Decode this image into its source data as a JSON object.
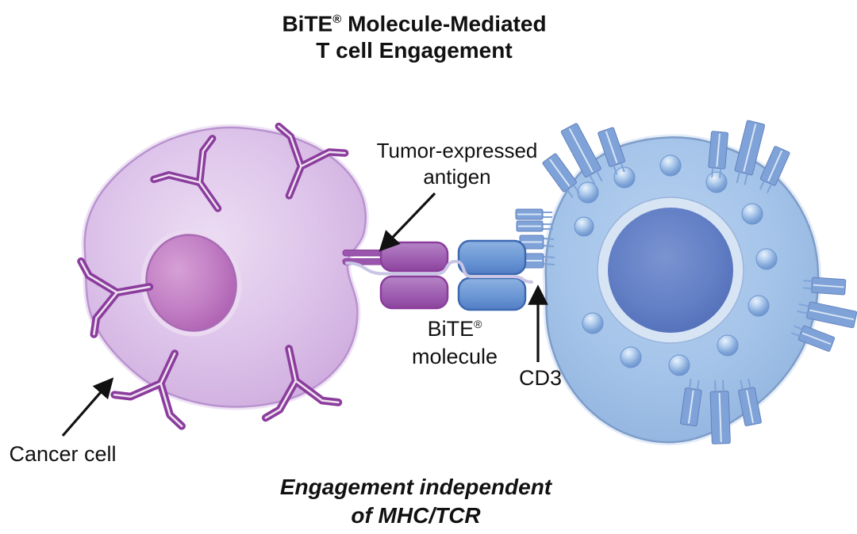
{
  "title": {
    "product": "BiTE",
    "registered_mark": "®",
    "line1_rest": " Molecule-Mediated",
    "line2": "T cell Engagement"
  },
  "labels": {
    "tumor_antigen_line1": "Tumor-expressed",
    "tumor_antigen_line2": "antigen",
    "bite_name": "BiTE",
    "bite_mark": "®",
    "bite_line2": "molecule",
    "cd3": "CD3",
    "cancer_cell": "Cancer cell"
  },
  "caption": {
    "line1": "Engagement independent",
    "line2": "of MHC/TCR"
  },
  "colors": {
    "cancer_cell_fill": "#d9bee6",
    "cancer_cell_border": "#b993cf",
    "cancer_nucleus": "#bc6fbe",
    "antigen_receptor_purple": "#8b3d9d",
    "t_cell_fill": "#a5c4e9",
    "t_cell_border": "#7e9dc9",
    "t_cell_nucleus": "#5f7ec6",
    "cd3_receptor_blue": "#7fa3d8",
    "bite_anti_tumor_domain": "#9a56ac",
    "bite_anti_cd3_domain": "#5585cc",
    "linker": "#c9c5e4",
    "text": "#111111"
  }
}
